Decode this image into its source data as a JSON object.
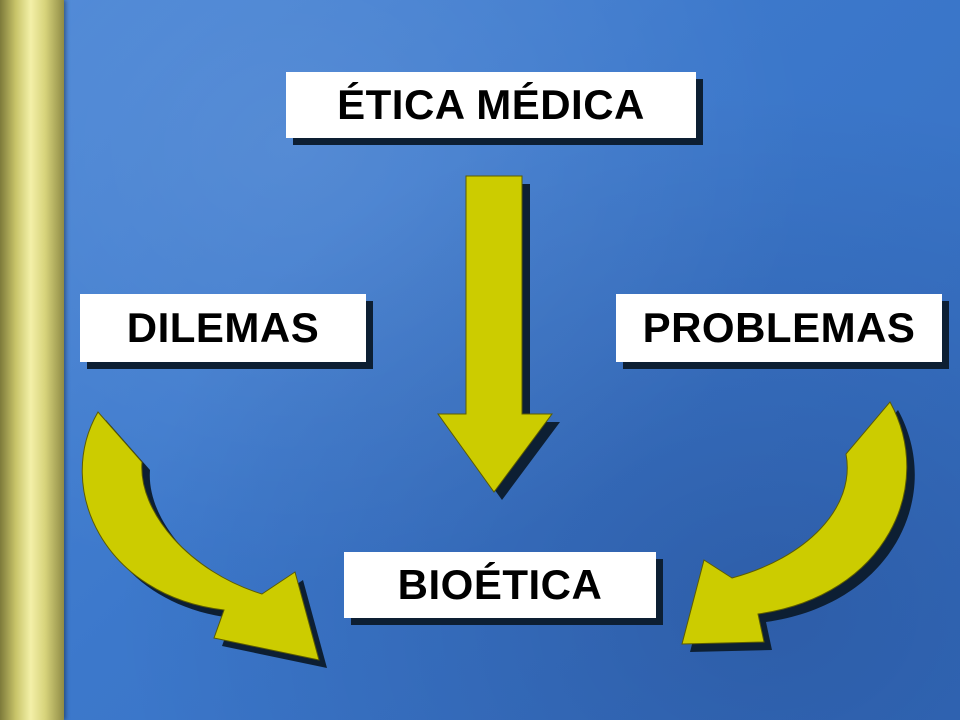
{
  "diagram": {
    "nodes": {
      "etica_medica": "ÉTICA MÉDICA",
      "dilemas": "DILEMAS",
      "problemas": "PROBLEMAS",
      "bioetica": "BIOÉTICA"
    },
    "edges": [
      {
        "from": "etica_medica",
        "to": "bioetica",
        "style": "straight-arrow"
      },
      {
        "from": "dilemas",
        "to": "bioetica",
        "style": "curved-arrow"
      },
      {
        "from": "problemas",
        "to": "bioetica",
        "style": "curved-arrow"
      }
    ]
  },
  "colors": {
    "background": "#3f7ccf",
    "arrow_fill": "#cccc00",
    "box_fill": "#ffffff",
    "shadow": "#0d1f33",
    "side_bar": "#e8e49a"
  }
}
